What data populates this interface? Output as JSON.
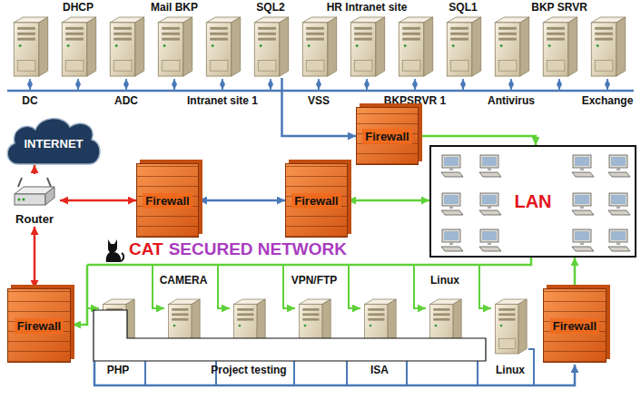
{
  "diagram": {
    "nodes": [
      {
        "text": [
          "DC"
        ]
      },
      {
        "text": [
          "DHCP"
        ]
      },
      {
        "text": [
          "ADC"
        ]
      },
      {
        "text": [
          "Mail BKP"
        ]
      },
      {
        "text": [
          "Intranet site 1"
        ]
      },
      {
        "text": [
          "SQL2"
        ]
      },
      {
        "text": [
          "VSS"
        ]
      },
      {
        "text": [
          "HR Intranet site"
        ]
      },
      {
        "text": [
          "BKPSRVR 1"
        ]
      },
      {
        "text": [
          "SQL1"
        ]
      },
      {
        "text": [
          "Antivirus"
        ]
      },
      {
        "text": [
          "BKP SRVR"
        ]
      },
      {
        "text": [
          "Exchange"
        ]
      },
      {
        "text": [
          "INTERNET"
        ]
      },
      {
        "text": [
          "Firewall"
        ]
      },
      {
        "text": [
          "Router"
        ]
      },
      {
        "text": [
          "Firewall"
        ]
      },
      {
        "text": [
          "Firewall"
        ]
      },
      {
        "text": [
          "LAN"
        ]
      },
      {
        "text": [
          "Firewall"
        ]
      },
      {
        "text": [
          "PHP"
        ]
      },
      {
        "text": [
          "CAMERA"
        ]
      },
      {
        "text": [
          "Project testing"
        ]
      },
      {
        "text": [
          "VPN/FTP"
        ]
      },
      {
        "text": [
          "ISA"
        ]
      },
      {
        "text": [
          "Linux"
        ]
      },
      {
        "text": [
          "Linux"
        ]
      },
      {
        "text": [
          "Firewall"
        ]
      }
    ],
    "edges": [
      {
        "from": 15,
        "to": 13,
        "arrow": "to"
      },
      {
        "from": 15,
        "to": 16,
        "arrow": "both"
      },
      {
        "from": 16,
        "to": 17,
        "arrow": "both"
      },
      {
        "from": 17,
        "to": 18,
        "arrow": "both"
      },
      {
        "from": 15,
        "to": 19,
        "arrow": "both"
      },
      {
        "from": 5,
        "to": 14,
        "arrow": "to"
      },
      {
        "from": 14,
        "to": 18,
        "arrow": "to"
      },
      {
        "from": 27,
        "to": 18,
        "arrow": "to"
      }
    ],
    "labels": [
      "CAT",
      "SECURED NETWORK"
    ]
  }
}
